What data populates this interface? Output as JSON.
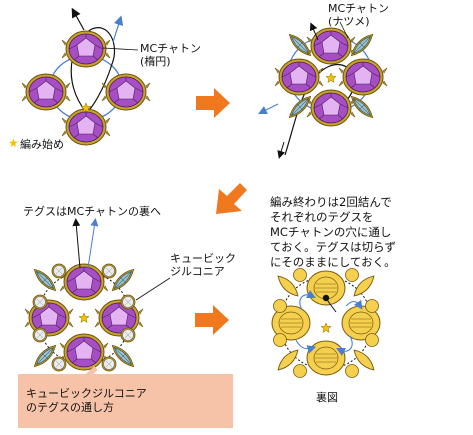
{
  "labels": {
    "mc_oval": "MCチャトン\n(楕円)",
    "mc_navette": "MCチャトン\n(ナツメ)",
    "start_marker": "★",
    "start": "編み始め",
    "thread_behind": "テグスはMCチャトンの裏へ",
    "cz": "キュービック\nジルコニア",
    "instruction": "編み終わりは2回結んで\nそれぞれのテグスを\nMCチャトンの穴に通し\nておく。テグスは切らず\nにそのままにしておく。",
    "cz_method": "キュービックジルコニア\nのテグスの通し方",
    "back_view": "裏図"
  },
  "colors": {
    "oval_stone": "#a64fc4",
    "oval_light": "#e4b3f2",
    "setting_gold": "#c9a227",
    "navette_stone": "#9fc2cf",
    "cz_stone": "#e8ecef",
    "thread_blue": "#4a7fd0",
    "arrow_orange": "#f0781e",
    "back_gold": "#f5cf4e",
    "pink_box": "#f6c2a8",
    "star": "#f2c200"
  }
}
